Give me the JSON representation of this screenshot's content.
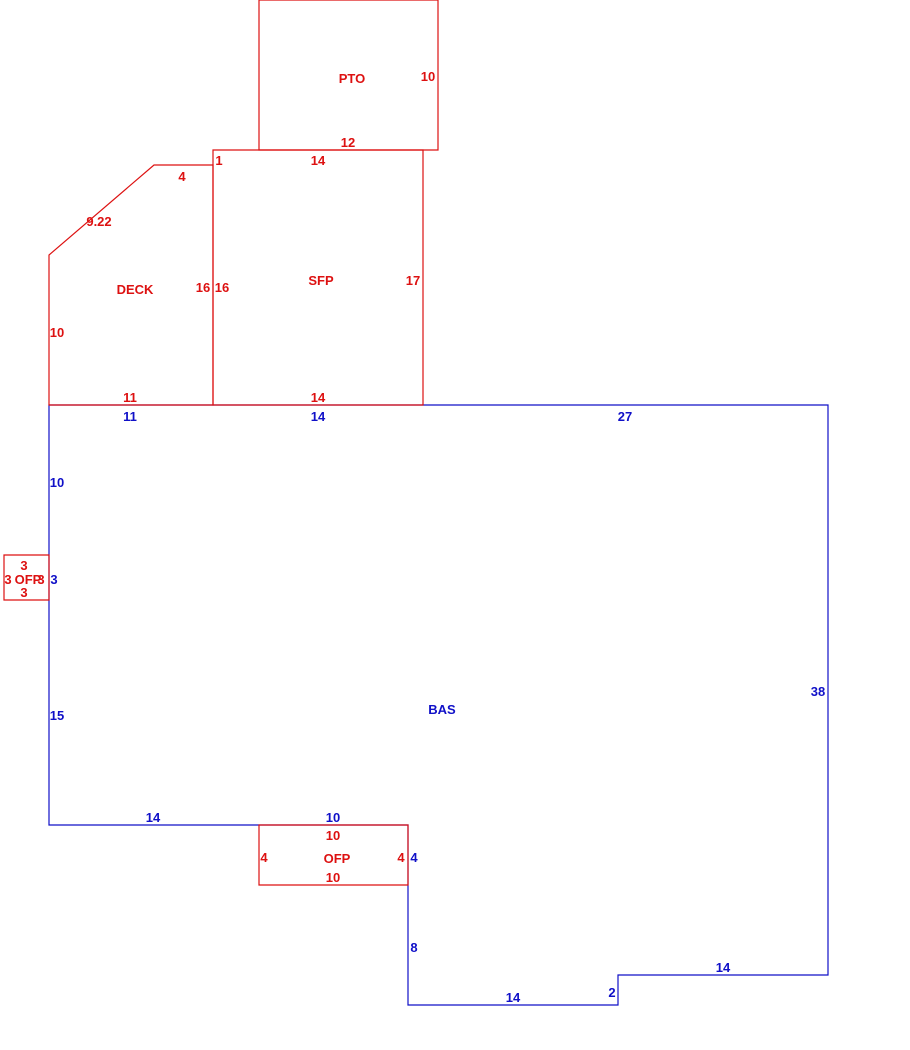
{
  "colors": {
    "living": "#1010c8",
    "addition": "#dd1111"
  },
  "areas": {
    "pto": {
      "name": "PTO",
      "dims": [
        "10",
        "12"
      ]
    },
    "sfp": {
      "name": "SFP",
      "dims": [
        "1",
        "14",
        "16",
        "17",
        "14"
      ]
    },
    "deck": {
      "name": "DECK",
      "dims": [
        "4",
        "9.22",
        "10",
        "16",
        "11"
      ]
    },
    "offp_small": {
      "name": "OFP",
      "dims": [
        "3",
        "3",
        "3",
        "3"
      ]
    },
    "ofp": {
      "name": "OFP",
      "dims": [
        "10",
        "4",
        "4",
        "10"
      ]
    },
    "bas": {
      "name": "BAS",
      "dims": [
        "11",
        "14",
        "27",
        "10",
        "3",
        "15",
        "38",
        "14",
        "10",
        "4",
        "8",
        "14",
        "2",
        "14"
      ]
    }
  }
}
